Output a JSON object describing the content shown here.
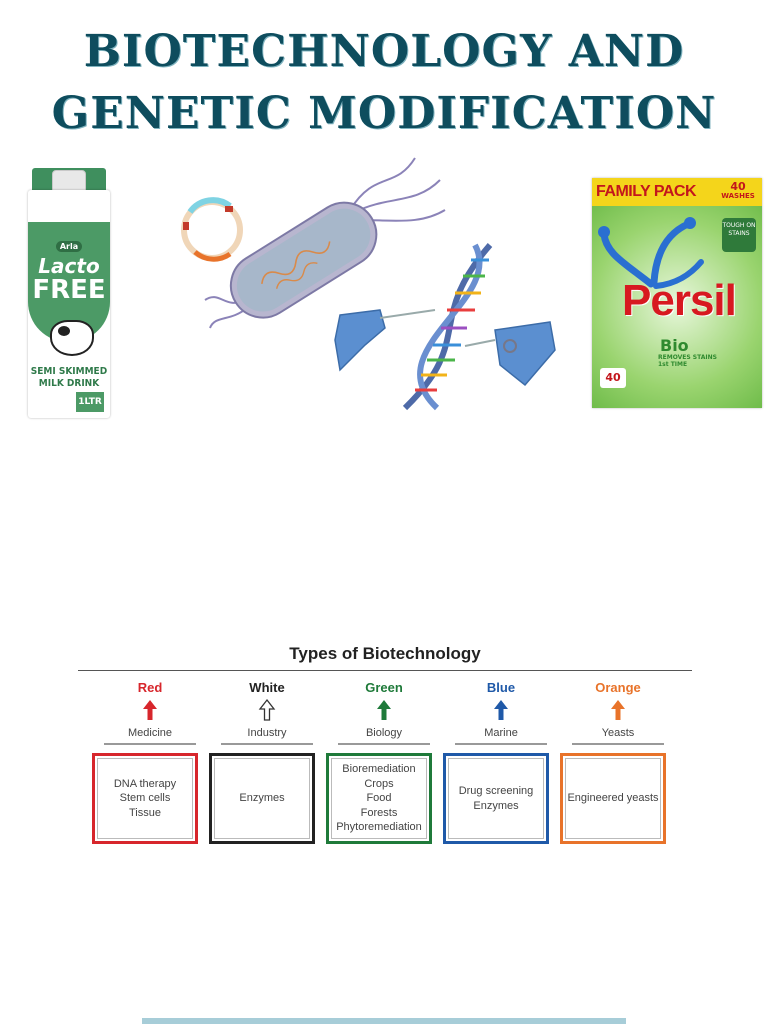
{
  "title": {
    "line1": "Biotechnology and",
    "line2": "Genetic Modification"
  },
  "milk_carton": {
    "brand": "Arla",
    "product_line1": "Lacto",
    "product_line2": "FREE",
    "description_line1": "SEMI SKIMMED",
    "description_line2": "MILK DRINK",
    "volume": "1LTR"
  },
  "detergent": {
    "banner": "FAMILY PACK",
    "washes_count": "40",
    "washes_label": "WASHES",
    "brand": "Persil",
    "variant": "Bio",
    "tagline": "REMOVES STAINS 1st TIME",
    "badge": "TOUGH ON STAINS",
    "count_badge": "40"
  },
  "types_figure": {
    "heading": "Types of Biotechnology",
    "columns": [
      {
        "name": "Red",
        "color": "#d7262c",
        "field": "Medicine",
        "items": "DNA therapy\nStem cells\nTissue",
        "arrow": "solid"
      },
      {
        "name": "White",
        "color": "#222222",
        "field": "Industry",
        "items": "Enzymes",
        "arrow": "outline"
      },
      {
        "name": "Green",
        "color": "#1f7a3a",
        "field": "Biology",
        "items": "Bioremediation\nCrops\nFood\nForests\nPhytoremediation",
        "arrow": "solid"
      },
      {
        "name": "Blue",
        "color": "#1f59a8",
        "field": "Marine",
        "items": "Drug screening\nEnzymes",
        "arrow": "solid"
      },
      {
        "name": "Orange",
        "color": "#e8732a",
        "field": "Yeasts",
        "items": "Engineered yeasts",
        "arrow": "solid"
      }
    ]
  }
}
